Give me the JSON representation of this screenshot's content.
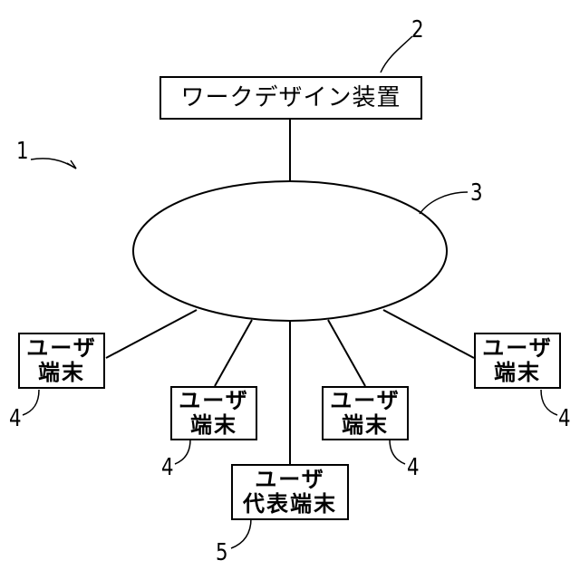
{
  "system_ref": "1",
  "design_device": {
    "label": "ワークデザイン装置",
    "ref": "2"
  },
  "network": {
    "ref": "3"
  },
  "user_terminals": [
    {
      "line1": "ユーザ",
      "line2": "端末",
      "ref": "4"
    },
    {
      "line1": "ユーザ",
      "line2": "端末",
      "ref": "4"
    },
    {
      "line1": "ユーザ",
      "line2": "端末",
      "ref": "4"
    },
    {
      "line1": "ユーザ",
      "line2": "端末",
      "ref": "4"
    }
  ],
  "representative_terminal": {
    "line1": "ユーザ",
    "line2": "代表端末",
    "ref": "5"
  }
}
